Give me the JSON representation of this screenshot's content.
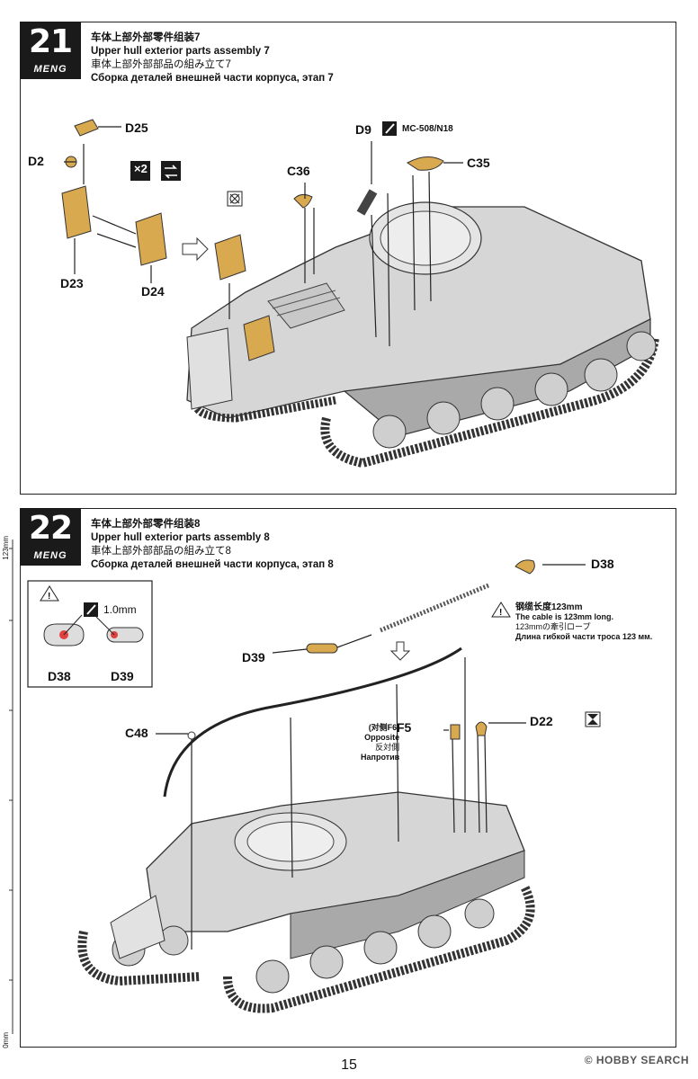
{
  "step21": {
    "number": "21",
    "brand": "MENG",
    "title_zh": "车体上部外部零件组装7",
    "title_en": "Upper hull exterior parts assembly 7",
    "title_ja": "車体上部外部部品の組み立て7",
    "title_ru": "Сборка деталей внешней части корпуса, этап 7",
    "multiplier": "×2",
    "paint_code": "MC-508/N18",
    "parts": {
      "d25": "D25",
      "d2": "D2",
      "d23": "D23",
      "d24": "D24",
      "c36": "C36",
      "d9": "D9",
      "c35": "C35"
    }
  },
  "step22": {
    "number": "22",
    "brand": "MENG",
    "title_zh": "车体上部外部零件组装8",
    "title_en": "Upper hull exterior parts assembly 8",
    "title_ja": "車体上部外部部品の組み立て8",
    "title_ru": "Сборка деталей внешней части корпуса, этап 8",
    "drill_size": "1.0mm",
    "parts": {
      "d38": "D38",
      "d39": "D39",
      "c48": "C48",
      "f5": "F5",
      "d22": "D22"
    },
    "d38_box": "D38",
    "d39_box": "D39",
    "cable_note_zh": "钢缆长度123mm",
    "cable_note_en": "The cable is 123mm long.",
    "cable_note_ja": "123mmの牽引ロープ",
    "cable_note_ru": "Длина гибкой части троса 123 мм.",
    "f5_note_zh": "(对侧F6)",
    "f5_note_en": "Opposite",
    "f5_note_ja": "反対側",
    "f5_note_ru": "Напротив"
  },
  "ruler": {
    "top": "123mm",
    "bottom": "0mm"
  },
  "page_number": "15",
  "watermark": "© HOBBY SEARCH"
}
